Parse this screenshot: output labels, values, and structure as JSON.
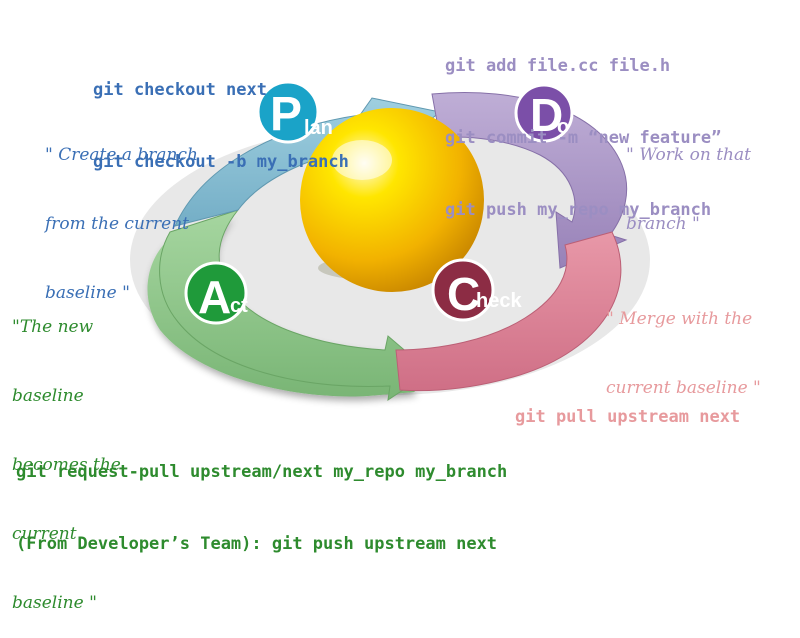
{
  "plan": {
    "commands": [
      "git checkout next",
      "git checkout -b my_branch"
    ],
    "note": [
      "\" Create a branch",
      "from the current",
      "baseline \""
    ],
    "badge_letter": "P",
    "badge_rest": "lan",
    "color": "#3a6fb5"
  },
  "do": {
    "commands": [
      "git add file.cc file.h",
      "git commit -m “new feature”",
      "git push my_repo my_branch"
    ],
    "note": [
      "\" Work on that",
      "branch \""
    ],
    "badge_letter": "D",
    "badge_rest": "o",
    "color": "#9b8ec2"
  },
  "check": {
    "commands": [
      "git pull upstream next"
    ],
    "note": [
      "\" Merge with the",
      "current baseline \""
    ],
    "badge_letter": "C",
    "badge_rest": "heck",
    "color": "#e79a9d"
  },
  "act": {
    "commands": [
      "git request-pull upstream/next my_repo my_branch",
      "(From Developer’s Team): git push upstream next"
    ],
    "note": [
      "\"The new",
      "baseline",
      "becomes the",
      "current",
      "baseline \""
    ],
    "badge_letter": "A",
    "badge_rest": "ct",
    "color": "#2e8b2e"
  }
}
